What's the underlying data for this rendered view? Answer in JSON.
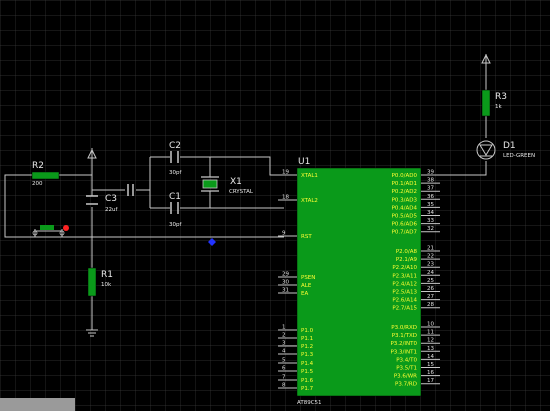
{
  "colors": {
    "background": "#000000",
    "grid": "#3a3a3a",
    "component_green": "#0a9a1a",
    "chip_label": "#ffff33",
    "wire": "#c8c8c8",
    "text": "#e8e8e8"
  },
  "components": {
    "r2": {
      "ref": "R2",
      "value": "200"
    },
    "r1": {
      "ref": "R1",
      "value": "10k"
    },
    "r3": {
      "ref": "R3",
      "value": "1k"
    },
    "c1": {
      "ref": "C1",
      "value": "30pf"
    },
    "c2": {
      "ref": "C2",
      "value": "30pf"
    },
    "c3": {
      "ref": "C3",
      "value": "22uf"
    },
    "x1": {
      "ref": "X1",
      "value": "CRYSTAL"
    },
    "d1": {
      "ref": "D1",
      "value": "LED-GREEN"
    },
    "u1": {
      "ref": "U1",
      "value": "AT89C51"
    }
  },
  "mcu": {
    "left_pins": [
      {
        "num": "19",
        "label": "XTAL1"
      },
      {
        "num": "18",
        "label": "XTAL2"
      },
      {
        "num": "9",
        "label": "RST"
      },
      {
        "num": "29",
        "label": "PSEN"
      },
      {
        "num": "30",
        "label": "ALE"
      },
      {
        "num": "31",
        "label": "EA"
      },
      {
        "num": "1",
        "label": "P1.0"
      },
      {
        "num": "2",
        "label": "P1.1"
      },
      {
        "num": "3",
        "label": "P1.2"
      },
      {
        "num": "4",
        "label": "P1.3"
      },
      {
        "num": "5",
        "label": "P1.4"
      },
      {
        "num": "6",
        "label": "P1.5"
      },
      {
        "num": "7",
        "label": "P1.6"
      },
      {
        "num": "8",
        "label": "P1.7"
      }
    ],
    "right_pins": [
      {
        "num": "39",
        "label": "P0.0/AD0"
      },
      {
        "num": "38",
        "label": "P0.1/AD1"
      },
      {
        "num": "37",
        "label": "P0.2/AD2"
      },
      {
        "num": "36",
        "label": "P0.3/AD3"
      },
      {
        "num": "35",
        "label": "P0.4/AD4"
      },
      {
        "num": "34",
        "label": "P0.5/AD5"
      },
      {
        "num": "33",
        "label": "P0.6/AD6"
      },
      {
        "num": "32",
        "label": "P0.7/AD7"
      },
      {
        "num": "21",
        "label": "P2.0/A8"
      },
      {
        "num": "22",
        "label": "P2.1/A9"
      },
      {
        "num": "23",
        "label": "P2.2/A10"
      },
      {
        "num": "24",
        "label": "P2.3/A11"
      },
      {
        "num": "25",
        "label": "P2.4/A12"
      },
      {
        "num": "26",
        "label": "P2.5/A13"
      },
      {
        "num": "27",
        "label": "P2.6/A14"
      },
      {
        "num": "28",
        "label": "P2.7/A15"
      },
      {
        "num": "10",
        "label": "P3.0/RXD"
      },
      {
        "num": "11",
        "label": "P3.1/TXD"
      },
      {
        "num": "12",
        "label": "P3.2/INT0"
      },
      {
        "num": "13",
        "label": "P3.3/INT1"
      },
      {
        "num": "14",
        "label": "P3.4/T0"
      },
      {
        "num": "15",
        "label": "P3.5/T1"
      },
      {
        "num": "16",
        "label": "P3.6/WR"
      },
      {
        "num": "17",
        "label": "P3.7/RD"
      }
    ]
  }
}
